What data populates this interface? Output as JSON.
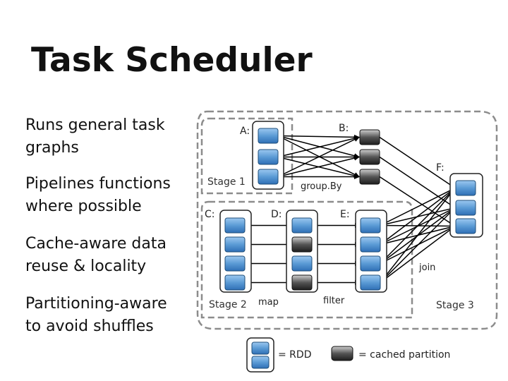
{
  "title": "Task Scheduler",
  "bullets": [
    {
      "line1": "Runs general task",
      "line2": "graphs"
    },
    {
      "line1": "Pipelines functions",
      "line2": "where possible"
    },
    {
      "line1": "Cache-aware data",
      "line2": "reuse & locality"
    },
    {
      "line1": "Partitioning-aware",
      "line2": "to avoid shuffles"
    }
  ],
  "diagram": {
    "rdd_labels": {
      "a": "A:",
      "b": "B:",
      "c": "C:",
      "d": "D:",
      "e": "E:",
      "f": "F:"
    },
    "op_labels": {
      "groupby": "group.By",
      "map": "map",
      "filter": "filter",
      "join": "join"
    },
    "stage_labels": {
      "stage1": "Stage 1",
      "stage2": "Stage 2",
      "stage3": "Stage 3"
    },
    "legend": {
      "rdd": "= RDD",
      "cached": "= cached partition"
    }
  },
  "colors": {
    "partition_blue": "#5b9bd5",
    "cached_gray": "#555555",
    "stage_border": "#8c8c8c"
  }
}
